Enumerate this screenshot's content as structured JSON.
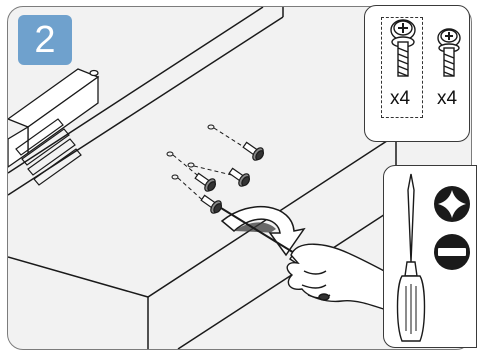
{
  "figure": {
    "step_number": "2",
    "screws": [
      {
        "icon": "bolt-with-washer-icon",
        "quantity": "x4",
        "highlighted": true
      },
      {
        "icon": "bolt-short-icon",
        "quantity": "x4",
        "highlighted": false
      }
    ],
    "tool": {
      "icon": "screwdriver-icon"
    },
    "drive_types": [
      {
        "icon": "phillips-drive-icon"
      },
      {
        "icon": "slotted-drive-icon"
      }
    ],
    "colors": {
      "badge": "#6fa1cd",
      "line": "#1a1a1a",
      "background": "#f2f2f2"
    }
  }
}
